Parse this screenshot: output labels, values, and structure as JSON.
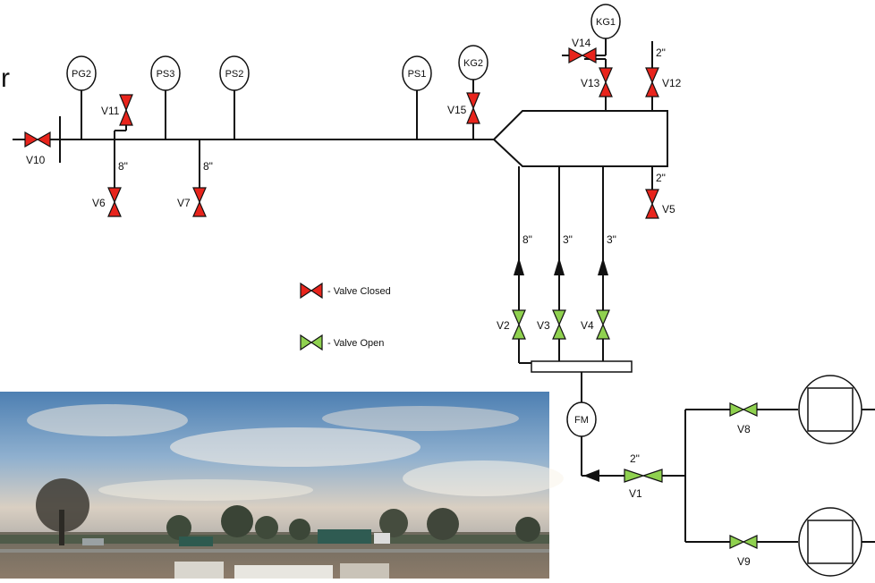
{
  "diagram": {
    "partial_letter": "r",
    "legend": {
      "closed": "- Valve Closed",
      "open": "- Valve Open",
      "closed_color": "#e8241c",
      "open_color": "#8fd14f"
    },
    "gauges": {
      "pg2": "PG2",
      "ps3": "PS3",
      "ps2": "PS2",
      "ps1": "PS1",
      "kg2": "KG2",
      "kg1": "KG1",
      "fm": "FM"
    },
    "valves": {
      "v1": "V1",
      "v2": "V2",
      "v3": "V3",
      "v4": "V4",
      "v5": "V5",
      "v6": "V6",
      "v7": "V7",
      "v8": "V8",
      "v9": "V9",
      "v10": "V10",
      "v11": "V11",
      "v12": "V12",
      "v13": "V13",
      "v14": "V14",
      "v15": "V15"
    },
    "sizes": {
      "v6_pipe": "8\"",
      "v7_pipe": "8\"",
      "v12_pipe": "2\"",
      "v5_pipe": "2\"",
      "v2_pipe": "8\"",
      "v3_pipe": "3\"",
      "v4_pipe": "3\"",
      "v1_pipe": "2\""
    }
  }
}
